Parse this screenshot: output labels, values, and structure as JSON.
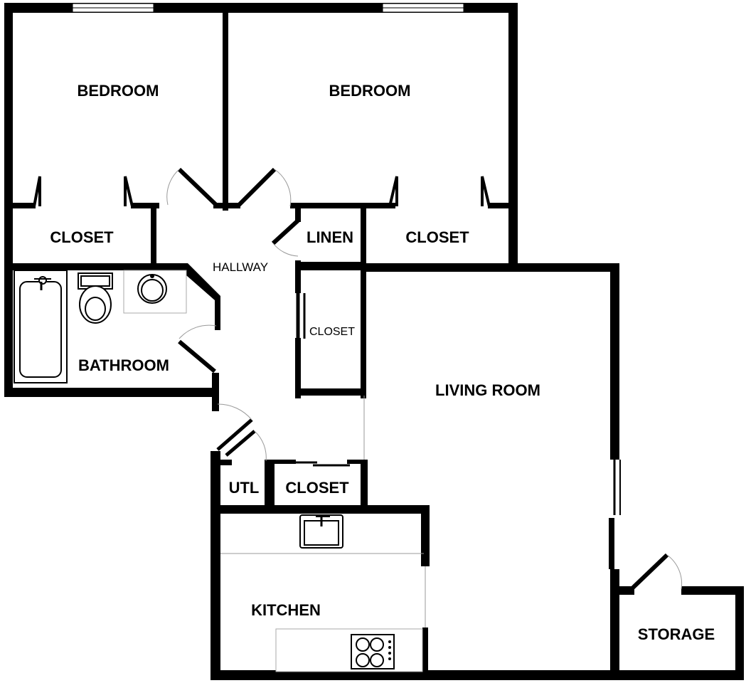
{
  "rooms": {
    "bedroom_1": "BEDROOM",
    "bedroom_2": "BEDROOM",
    "closet_1": "CLOSET",
    "linen": "LINEN",
    "closet_2": "CLOSET",
    "hallway": "HALLWAY",
    "hall_closet": "CLOSET",
    "bathroom": "BATHROOM",
    "living_room": "LIVING ROOM",
    "utility": "UTL",
    "closet_3": "CLOSET",
    "kitchen": "KITCHEN",
    "storage": "STORAGE"
  }
}
